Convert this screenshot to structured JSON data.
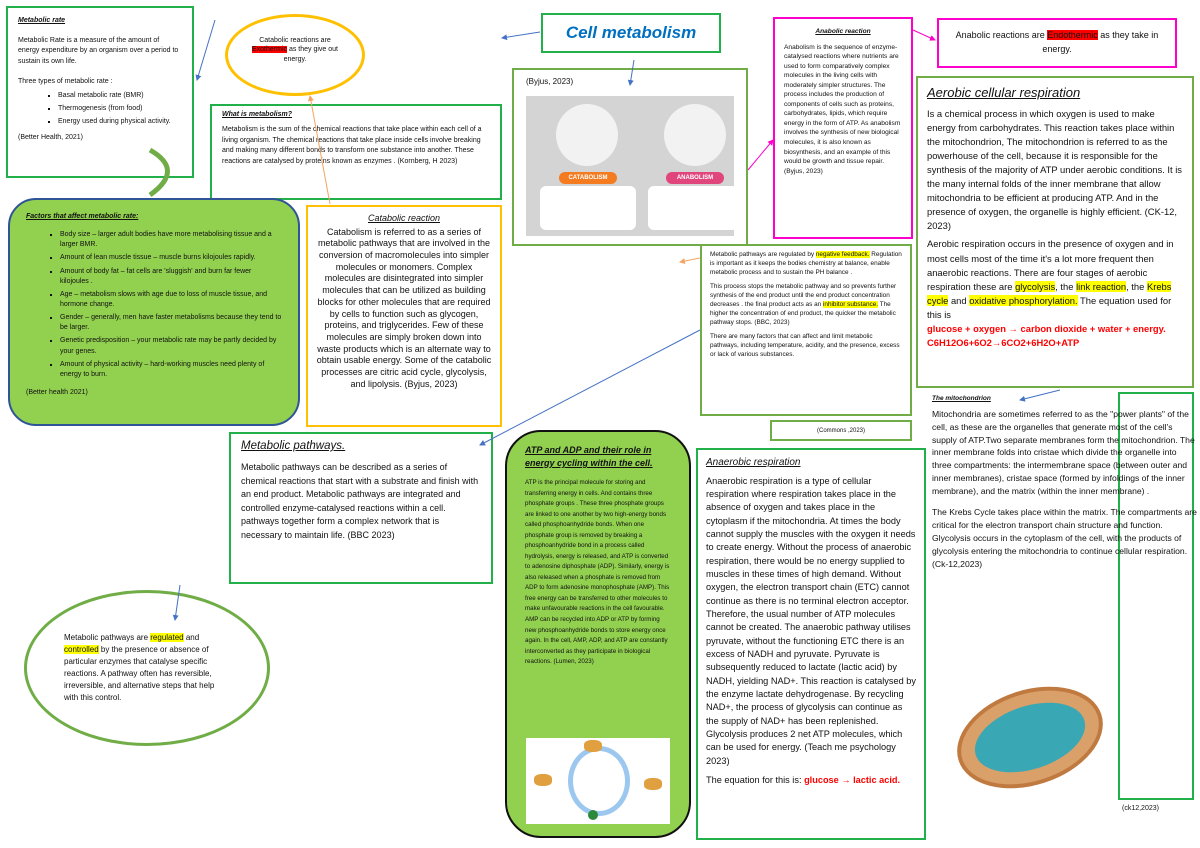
{
  "title": "Cell metabolism",
  "metabolic_rate": {
    "heading": "Metabolic rate",
    "p1": "Metabolic Rate is a measure of the amount of energy expenditure by an organism over a period to sustain its own life.",
    "p2": "Three types of metabolic rate :",
    "items": [
      "Basal metabolic rate (BMR)",
      "Thermogenesis (from food)",
      "Energy used during physical activity."
    ],
    "cite": "(Better Health, 2021)"
  },
  "factors": {
    "heading": "Factors that affect metabolic rate:",
    "items": [
      "Body size – larger adult bodies have more metabolising tissue and a larger BMR.",
      "Amount of lean muscle tissue – muscle burns kilojoules rapidly.",
      "Amount of body fat – fat cells are 'sluggish' and burn far fewer kilojoules .",
      "Age – metabolism slows with age due to loss of muscle tissue, and hormone change.",
      "Gender – generally, men have faster metabolisms because they tend to be larger.",
      "Genetic predisposition – your metabolic rate may be partly decided by your genes.",
      "Amount of physical activity – hard-working muscles need plenty of energy to burn."
    ],
    "cite": "(Better health 2021)"
  },
  "what_is": {
    "heading": "What is metabolism?",
    "text": "Metabolism is the sum of the chemical reactions that take place within each cell of a living organism. The chemical reactions that take place inside cells involve breaking and making many different bonds to transform one substance into another. These reactions are catalysed by proteins known as enzymes . (Kornberg, H 2023)"
  },
  "catabolic_note": {
    "pre": "Catabolic reactions are ",
    "highlight": "Exothermic",
    "post": " as they give out energy."
  },
  "catabolic": {
    "heading": "Catabolic reaction",
    "text": "Catabolism is referred to as a series of metabolic pathways that are involved in the conversion of macromolecules into simpler molecules or monomers. Complex molecules are disintegrated into simpler molecules that can be utilized as building blocks for other molecules that are required by cells to function such as glycogen, proteins, and triglycerides. Few of these molecules are simply broken down into waste products which is an alternate way to obtain usable energy. Some of the catabolic processes are citric acid cycle, glycolysis, and lipolysis. (Byjus, 2023)"
  },
  "image_box": {
    "cite": "(Byjus, 2023)",
    "left_label": "CATABOLISM",
    "right_label": "ANABOLISM"
  },
  "anabolic": {
    "heading": "Anabolic reaction",
    "text": "Anabolism is the sequence of enzyme-catalysed reactions where nutrients are used to form comparatively complex molecules in the living cells with moderately simpler structures. The process includes the production of components of cells such as proteins, carbohydrates, lipids, which require energy in the form of ATP. As anabolism involves the synthesis of new biological molecules, it is also known as biosynthesis, and an example of this would be growth and tissue repair. (Byjus, 2023)"
  },
  "anabolic_note": {
    "pre": "Anabolic reactions are ",
    "highlight": "Endothermic",
    "post": " as they take in energy."
  },
  "aerobic": {
    "heading": "Aerobic cellular respiration",
    "p1": "Is a chemical process in which oxygen is used to make energy from carbohydrates.  This reaction takes place within the mitochondrion, The mitochondrion is referred to as the powerhouse of the cell, because it is responsible for the synthesis of the majority of ATP under aerobic conditions.  It is the many internal folds of the inner membrane that allow mitochondria to be efficient at producing ATP. And in the presence of oxygen, the organelle is highly efficient. (CK-12, 2023)",
    "p2a": "Aerobic respiration occurs in the presence of oxygen and in most cells most of the time it's a lot more frequent then anaerobic reactions. There are four stages of aerobic respiration these are ",
    "s1": "glycolysis",
    "p2b": ", the ",
    "s2": "link reaction",
    "p2c": ", the ",
    "s3": "Krebs cycle",
    "p2d": " and ",
    "s4": "oxidative phosphorylation.",
    "p2e": "  The equation used for this is",
    "eq1": "glucose + oxygen → carbon dioxide + water + energy.",
    "eq2": "C6H12O6+6O2→6CO2+6H2O+ATP"
  },
  "regulation": {
    "p1a": "Metabolic pathways are regulated by ",
    "h1": "negative feedback.",
    "p1b": " Regulation is important as it keeps the bodies chemistry at balance, enable metabolic process and to sustain the PH balance .",
    "p2a": "This process stops the metabolic pathway and so prevents further synthesis of the end product until the end product concentration decreases . the final product acts as an ",
    "h2": "inhibitor substance.",
    "p2b": " The higher the concentration of end product, the quicker the metabolic pathway stops. (BBC, 2023)",
    "p3": "There are many factors that can affect and limit metabolic pathways, including temperature, acidity, and the presence, excess or lack of various substances."
  },
  "commons_cite": "(Commons ,2023)",
  "pathways": {
    "heading": "Metabolic pathways.",
    "text": "Metabolic pathways can be described as a series of chemical reactions that start with a substrate and finish with an end product. Metabolic pathways are integrated and controlled enzyme-catalysed reactions within a cell.  pathways together form a complex network that is necessary to maintain life. (BBC 2023)"
  },
  "regulated": {
    "pre": "Metabolic pathways are ",
    "h1": "regulated",
    "mid": " and ",
    "h2": "controlled",
    "post": " by the presence or absence of particular enzymes that catalyse specific reactions. A pathway often has reversible, irreversible, and alternative steps that help with this control."
  },
  "atp": {
    "heading": "ATP and ADP and their role in energy cycling within the cell.",
    "text": "ATP is the principal molecule for storing and transferring energy in cells. And contains three phosphate groups . These three phosphate groups are linked to one another by two high-energy bonds called phosphoanhydride bonds. When one phosphate group is removed by breaking a phosphoanhydride bond in a process called hydrolysis, energy is released, and ATP is converted to adenosine diphosphate (ADP). Similarly, energy is also released when a phosphate is removed from ADP to form adenosine monophosphate (AMP). This free energy can be transferred to other molecules to make unfavourable reactions in the cell favourable. AMP can be recycled into ADP or ATP by forming new phosphoanhydride bonds to store energy once again. In the cell, AMP, ADP, and ATP are constantly interconverted as they participate in biological reactions. (Lumen, 2023)"
  },
  "anaerobic": {
    "heading": "Anaerobic respiration",
    "text": "Anaerobic respiration is a type of cellular respiration where respiration takes place in the absence of oxygen and takes place in the cytoplasm if the mitochondria. At times the body cannot supply the muscles with the oxygen it needs to create energy. Without the process of anaerobic respiration, there would be no energy supplied to muscles in these times of high demand. Without oxygen, the electron transport chain (ETC) cannot continue as there is no terminal electron acceptor. Therefore, the usual number of ATP molecules cannot be created. The anaerobic pathway utilises pyruvate, without the functioning ETC there is an excess of NADH and pyruvate. Pyruvate is subsequently reduced to lactate (lactic acid) by NADH, yielding NAD+. This reaction is catalysed by the enzyme lactate dehydrogenase. By recycling NAD+, the process of glycolysis can continue as the supply of NAD+ has been replenished. Glycolysis produces 2 net ATP molecules, which can be used for energy. (Teach me psychology 2023)",
    "eq_pre": "The equation for this is: ",
    "eq": "glucose → lactic acid."
  },
  "mitochondrion": {
    "heading": "The mitochondrion",
    "p1": "Mitochondria are sometimes referred to as the \"power plants\" of the cell, as these are the organelles that generate most of the cell's supply of ATP.Two separate membranes form the mitochondrion. The inner membrane folds into cristae which divide the organelle into three compartments: the intermembrane space (between outer and inner membranes), cristae space (formed by infoldings of the inner membrane), and the matrix (within the inner membrane) .",
    "p2": " The Krebs Cycle takes place within the matrix. The compartments are critical for the electron transport chain structure and function. Glycolysis occurs in the cytoplasm of the cell, with the products of glycolysis entering the mitochondria to continue cellular respiration. (Ck-12,2023)",
    "cite": "(ck12,2023)"
  },
  "colors": {
    "green_border": "#22b04b",
    "light_green": "#70ad47",
    "fill_green": "#92d050",
    "magenta": "#ff00cc",
    "yellow": "#ffc000",
    "title_blue": "#0070c0"
  }
}
